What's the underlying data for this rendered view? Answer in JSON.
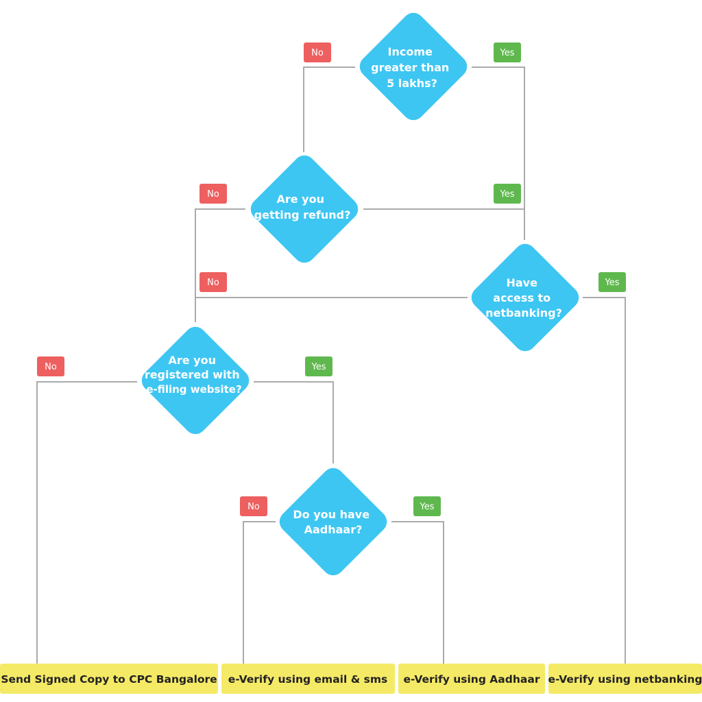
{
  "colors": {
    "decision": "#3ec6f2",
    "no": "#ee5f5f",
    "yes": "#5fb84e",
    "end": "#f5ea66",
    "line": "#aaaaaa"
  },
  "decisions": {
    "income": [
      "Income",
      "greater than",
      "5 lakhs?"
    ],
    "refund": [
      "Are you",
      "getting refund?"
    ],
    "netbanking": [
      "Have",
      "access to",
      "netbanking?"
    ],
    "registered": [
      "Are you",
      "registered with",
      "e-filing website?"
    ],
    "aadhaar": [
      "Do you have",
      "Aadhaar?"
    ]
  },
  "branch_labels": {
    "no": "No",
    "yes": "Yes"
  },
  "outcomes": {
    "cpc": "Send Signed Copy to CPC Bangalore",
    "email_sms": "e-Verify using email & sms",
    "aadhaar": "e-Verify using Aadhaar",
    "netbanking": "e-Verify using netbanking"
  }
}
